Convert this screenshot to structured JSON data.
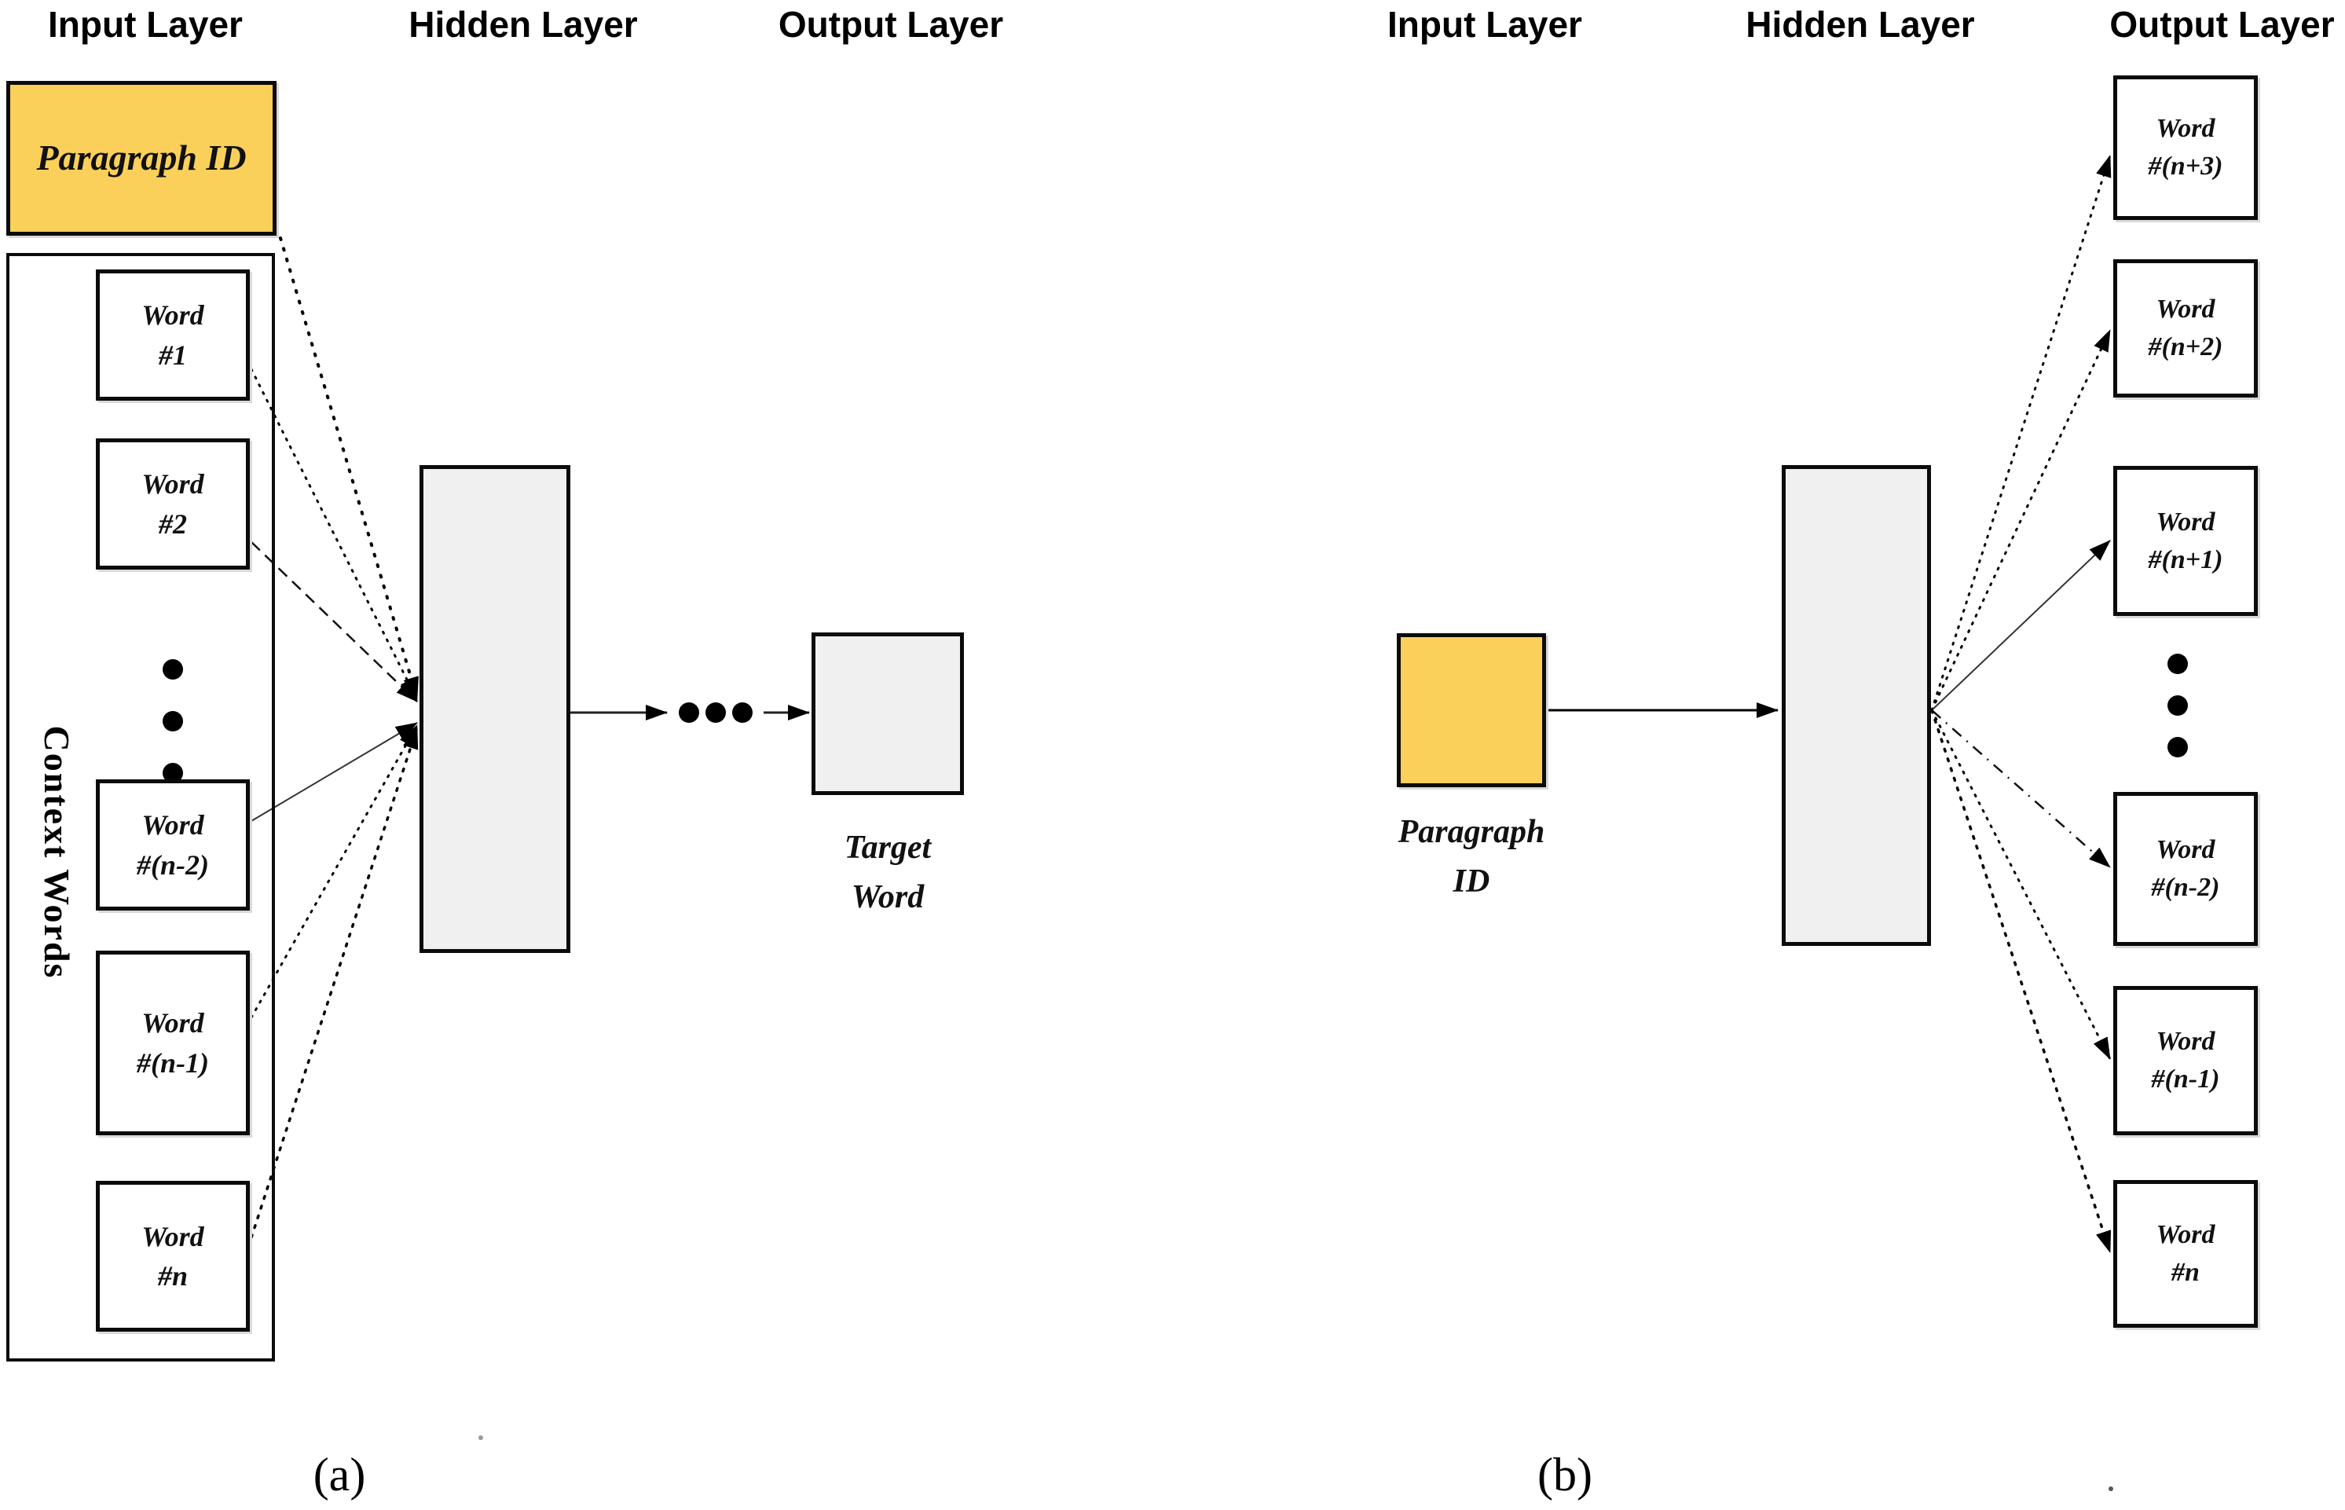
{
  "colors": {
    "highlight_fill": "#FBD05A",
    "layer_fill": "#F0F0F0",
    "background": "#FFFFFF"
  },
  "panel_a": {
    "caption": "(a)",
    "headers": {
      "input": "Input Layer",
      "hidden": "Hidden Layer",
      "output": "Output Layer"
    },
    "paragraph_node": {
      "label": "Paragraph ID"
    },
    "context_group": {
      "label": "Context Words"
    },
    "word_nodes": [
      {
        "line1": "Word",
        "line2": "#1"
      },
      {
        "line1": "Word",
        "line2": "#2"
      },
      {
        "line1": "Word",
        "line2": "#(n-2)"
      },
      {
        "line1": "Word",
        "line2": "#(n-1)"
      },
      {
        "line1": "Word",
        "line2": "#n"
      }
    ],
    "target_node": {
      "line1": "Target",
      "line2": "Word"
    }
  },
  "panel_b": {
    "caption": "(b)",
    "headers": {
      "input": "Input Layer",
      "hidden": "Hidden Layer",
      "output": "Output Layer"
    },
    "paragraph_node": {
      "line1": "Paragraph",
      "line2": "ID"
    },
    "word_nodes": [
      {
        "line1": "Word",
        "line2": "#(n+3)"
      },
      {
        "line1": "Word",
        "line2": "#(n+2)"
      },
      {
        "line1": "Word",
        "line2": "#(n+1)"
      },
      {
        "line1": "Word",
        "line2": "#(n-2)"
      },
      {
        "line1": "Word",
        "line2": "#(n-1)"
      },
      {
        "line1": "Word",
        "line2": "#n"
      }
    ]
  }
}
